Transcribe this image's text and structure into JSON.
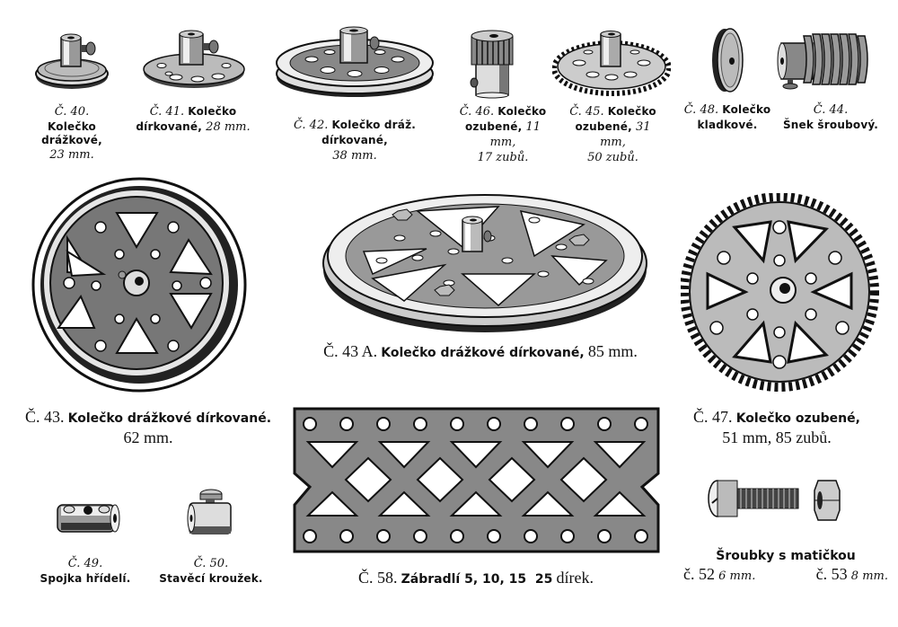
{
  "page": {
    "parts": [
      {
        "id": "40",
        "label": "Č. 40.",
        "name": "Kolečko drážkové,",
        "size": "23 mm."
      },
      {
        "id": "41",
        "label": "Č. 41.",
        "name": "Kolečko",
        "name2": "dírkované,",
        "size": "28 mm."
      },
      {
        "id": "42",
        "label": "Č. 42.",
        "name": "Kolečko dráž. dírkované,",
        "size": "38 mm."
      },
      {
        "id": "46",
        "label": "Č. 46.",
        "name": "Kolečko",
        "name2": "ozubené,",
        "size": "11 mm,",
        "teeth": "17 zubů."
      },
      {
        "id": "45",
        "label": "Č. 45.",
        "name": "Kolečko",
        "name2": "ozubené,",
        "size": "31 mm,",
        "teeth": "50 zubů."
      },
      {
        "id": "48",
        "label": "Č. 48.",
        "name": "Kolečko",
        "name2": "kladkové."
      },
      {
        "id": "44",
        "label": "Č. 44.",
        "name": "Šnek šroubový."
      },
      {
        "id": "43",
        "label": "Č. 43.",
        "name": "Kolečko drážkové dírkované.",
        "size": "62 mm."
      },
      {
        "id": "43A",
        "label": "Č. 43 A.",
        "name": "Kolečko drážkové dírkované,",
        "size": "85 mm."
      },
      {
        "id": "47",
        "label": "Č. 47.",
        "name": "Kolečko ozubené,",
        "size": "51 mm, 85 zubů."
      },
      {
        "id": "49",
        "label": "Č. 49.",
        "name": "Spojka hřídelí."
      },
      {
        "id": "50",
        "label": "Č. 50.",
        "name": "Stavěcí kroužek."
      },
      {
        "id": "58",
        "label": "Č. 58.",
        "name": "Zábradlí 5, 10, 15  25",
        "suffix": "dírek."
      },
      {
        "id": "52-53",
        "title": "Šroubky s matičkou",
        "a_label": "č. 52",
        "a_size": "6 mm.",
        "b_label": "č. 53",
        "b_size": "8 mm."
      }
    ]
  }
}
